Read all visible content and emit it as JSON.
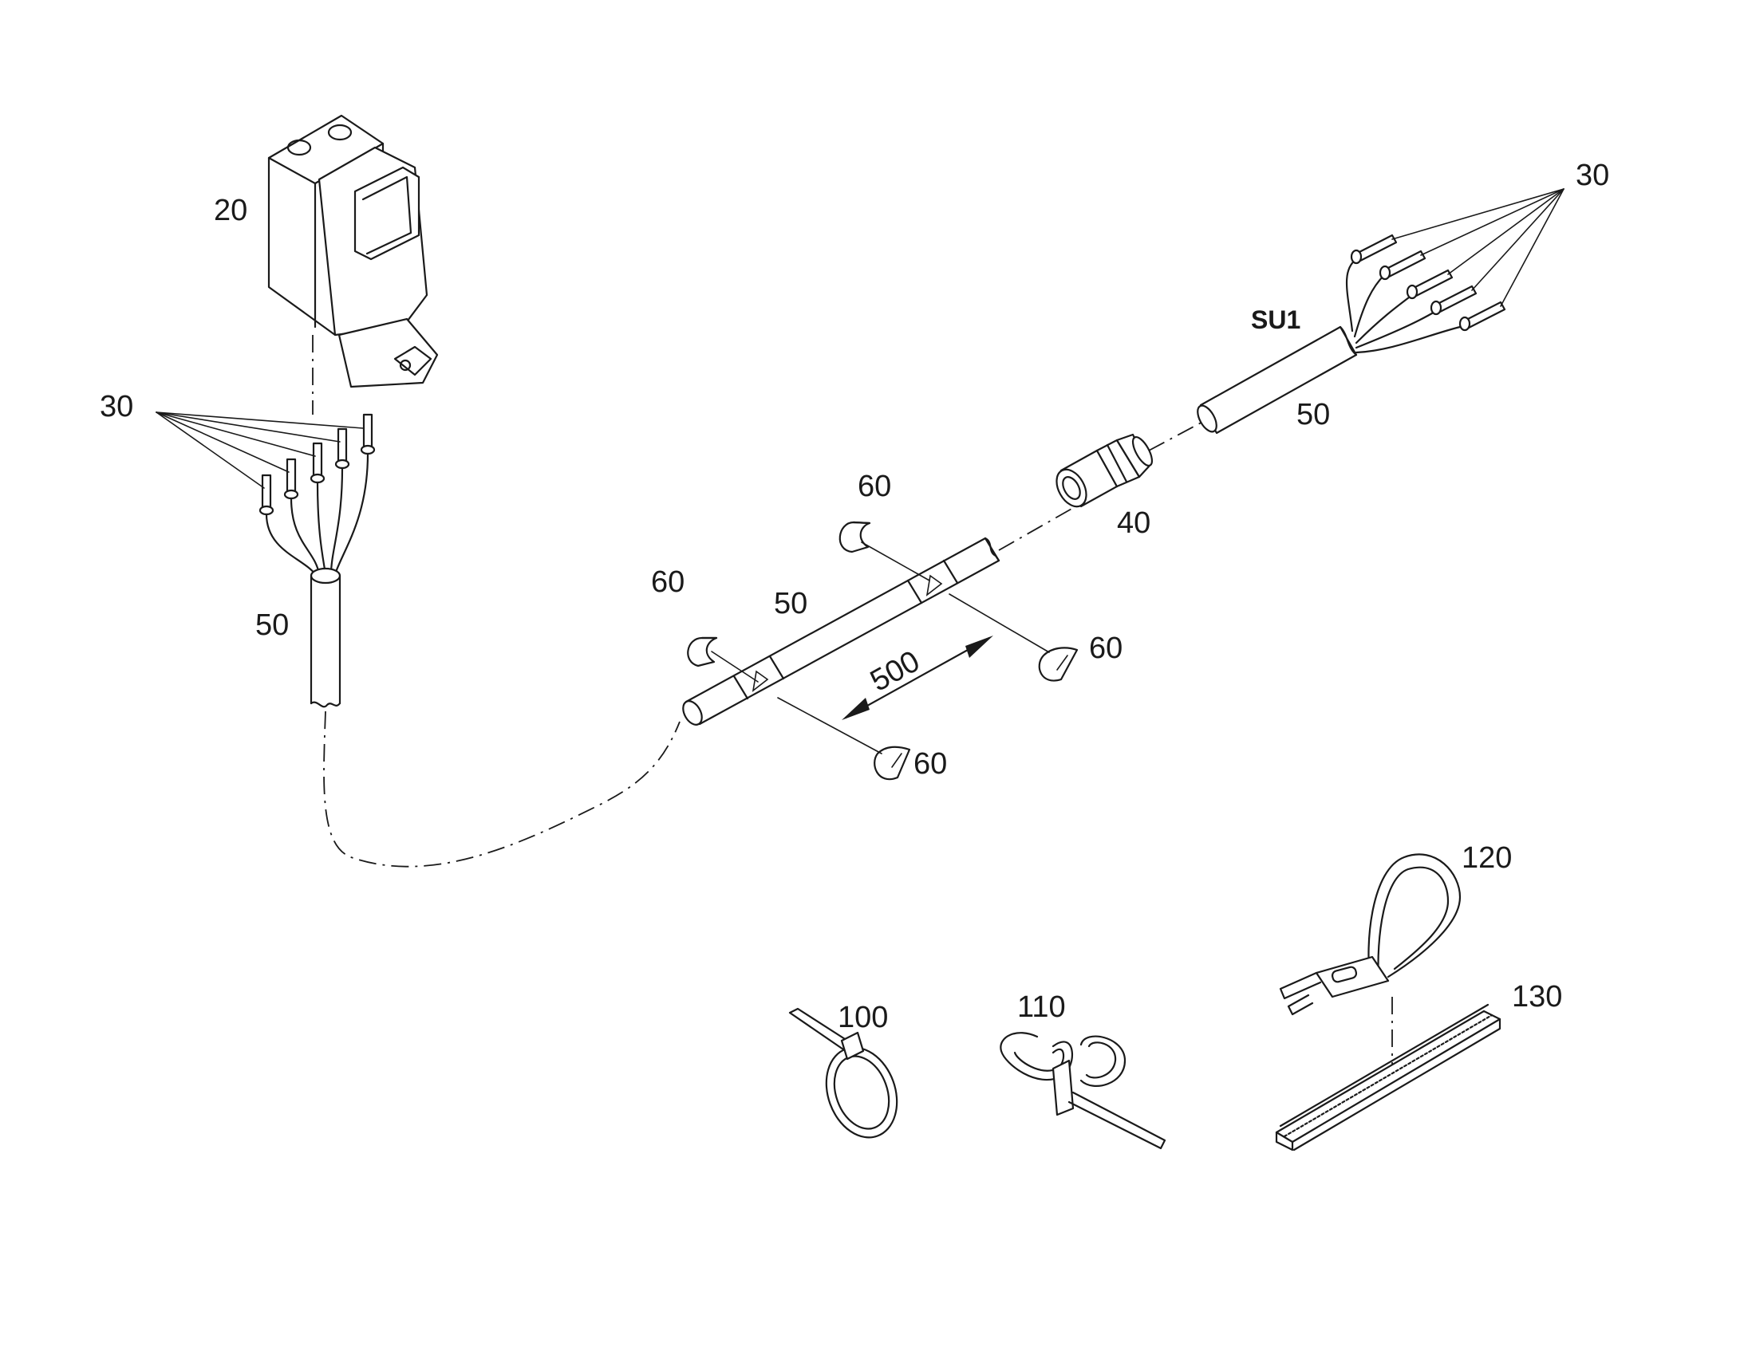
{
  "labels": {
    "housing": "20",
    "pins_left": "30",
    "pins_right": "30",
    "cable_left": "50",
    "cable_mid": "50",
    "cable_right": "50",
    "gland": "40",
    "marker_a": "60",
    "marker_b": "60",
    "marker_c": "60",
    "marker_d": "60",
    "spacing": "500",
    "cable_tie": "100",
    "mount_tie": "110",
    "strap": "120",
    "rail": "130",
    "subunit": "SU1"
  },
  "colors": {
    "line": "#1a1a1a",
    "background": "#ffffff"
  }
}
